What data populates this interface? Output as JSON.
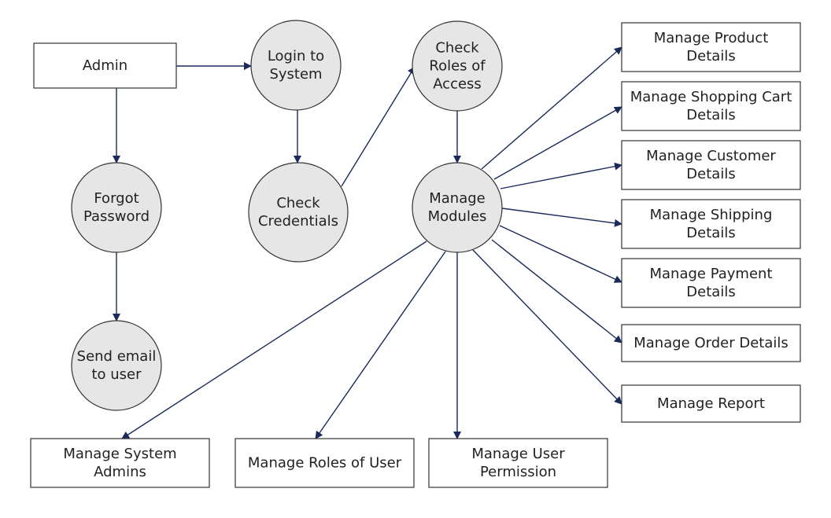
{
  "diagram": {
    "colors": {
      "edge": "#1a2a5a",
      "process_fill": "#e6e6e6",
      "box_fill": "#ffffff"
    },
    "nodes": {
      "admin": {
        "kind": "entity",
        "lines": [
          "Admin"
        ]
      },
      "login": {
        "kind": "process",
        "lines": [
          "Login to",
          "System"
        ]
      },
      "check_roles": {
        "kind": "process",
        "lines": [
          "Check",
          "Roles of",
          "Access"
        ]
      },
      "forgot_password": {
        "kind": "process",
        "lines": [
          "Forgot",
          "Password"
        ]
      },
      "check_credentials": {
        "kind": "process",
        "lines": [
          "Check",
          "Credentials"
        ]
      },
      "manage_modules": {
        "kind": "process",
        "lines": [
          "Manage",
          "Modules"
        ]
      },
      "send_email": {
        "kind": "process",
        "lines": [
          "Send email",
          "to user"
        ]
      },
      "manage_product": {
        "kind": "entity",
        "lines": [
          "Manage Product",
          "Details"
        ]
      },
      "manage_cart": {
        "kind": "entity",
        "lines": [
          "Manage Shopping Cart",
          "Details"
        ]
      },
      "manage_customer": {
        "kind": "entity",
        "lines": [
          "Manage Customer",
          "Details"
        ]
      },
      "manage_shipping": {
        "kind": "entity",
        "lines": [
          "Manage Shipping",
          "Details"
        ]
      },
      "manage_payment": {
        "kind": "entity",
        "lines": [
          "Manage Payment",
          "Details"
        ]
      },
      "manage_order": {
        "kind": "entity",
        "lines": [
          "Manage Order Details"
        ]
      },
      "manage_report": {
        "kind": "entity",
        "lines": [
          "Manage Report"
        ]
      },
      "manage_system_admins": {
        "kind": "entity",
        "lines": [
          "Manage System",
          "Admins"
        ]
      },
      "manage_roles_user": {
        "kind": "entity",
        "lines": [
          "Manage Roles of User"
        ]
      },
      "manage_user_permission": {
        "kind": "entity",
        "lines": [
          "Manage User",
          "Permission"
        ]
      }
    },
    "edges": [
      {
        "from": "admin",
        "to": "login"
      },
      {
        "from": "admin",
        "to": "forgot_password"
      },
      {
        "from": "forgot_password",
        "to": "send_email"
      },
      {
        "from": "login",
        "to": "check_credentials"
      },
      {
        "from": "check_credentials",
        "to": "check_roles"
      },
      {
        "from": "check_roles",
        "to": "manage_modules"
      },
      {
        "from": "manage_modules",
        "to": "manage_product"
      },
      {
        "from": "manage_modules",
        "to": "manage_cart"
      },
      {
        "from": "manage_modules",
        "to": "manage_customer"
      },
      {
        "from": "manage_modules",
        "to": "manage_shipping"
      },
      {
        "from": "manage_modules",
        "to": "manage_payment"
      },
      {
        "from": "manage_modules",
        "to": "manage_order"
      },
      {
        "from": "manage_modules",
        "to": "manage_report"
      },
      {
        "from": "manage_modules",
        "to": "manage_system_admins"
      },
      {
        "from": "manage_modules",
        "to": "manage_roles_user"
      },
      {
        "from": "manage_modules",
        "to": "manage_user_permission"
      }
    ]
  }
}
